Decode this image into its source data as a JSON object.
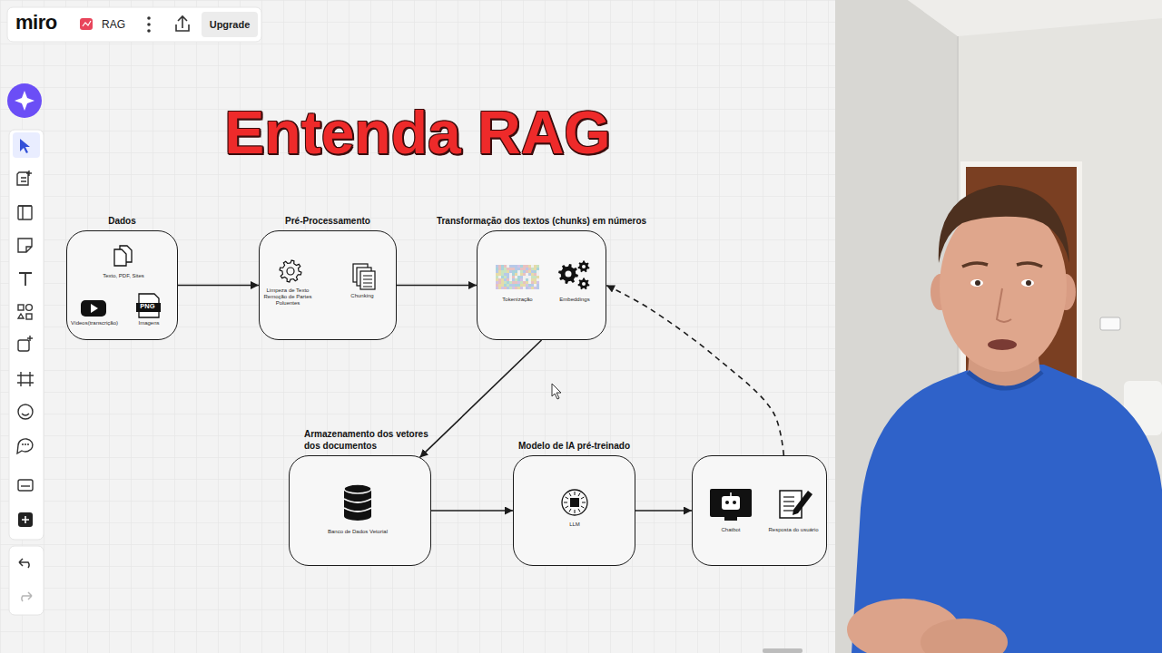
{
  "diagram": {
    "title": "Entenda RAG",
    "nodes": [
      {
        "text": [
          "Dados",
          "Texto, PDF, Sites",
          "Vídeos(transcrição)",
          "Imagens"
        ]
      },
      {
        "text": [
          "Pré-Processamento",
          "Limpeza de Texto Remoção de Partes Poluentes",
          "Chunking"
        ]
      },
      {
        "text": [
          "Transformação dos textos (chunks) em números",
          "Tokenização",
          "Embeddings"
        ]
      },
      {
        "text": [
          "Armazenamento dos vetores dos documentos",
          "Banco de Dados Vetorial"
        ]
      },
      {
        "text": [
          "Modelo de IA pré-treinado",
          "LLM"
        ]
      },
      {
        "text": [
          "Chatbot",
          "Resposta do usuário"
        ]
      }
    ],
    "edges": [
      {
        "from": 0,
        "to": 1,
        "arrow": "to"
      },
      {
        "from": 1,
        "to": 2,
        "arrow": "to"
      },
      {
        "from": 2,
        "to": 3,
        "arrow": "to"
      },
      {
        "from": 3,
        "to": 4,
        "arrow": "to"
      },
      {
        "from": 4,
        "to": 5,
        "arrow": "to"
      },
      {
        "from": 5,
        "to": 2,
        "arrow": "to"
      }
    ],
    "labels": [
      "miro",
      "RAG",
      "Upgrade",
      "PNG"
    ]
  }
}
